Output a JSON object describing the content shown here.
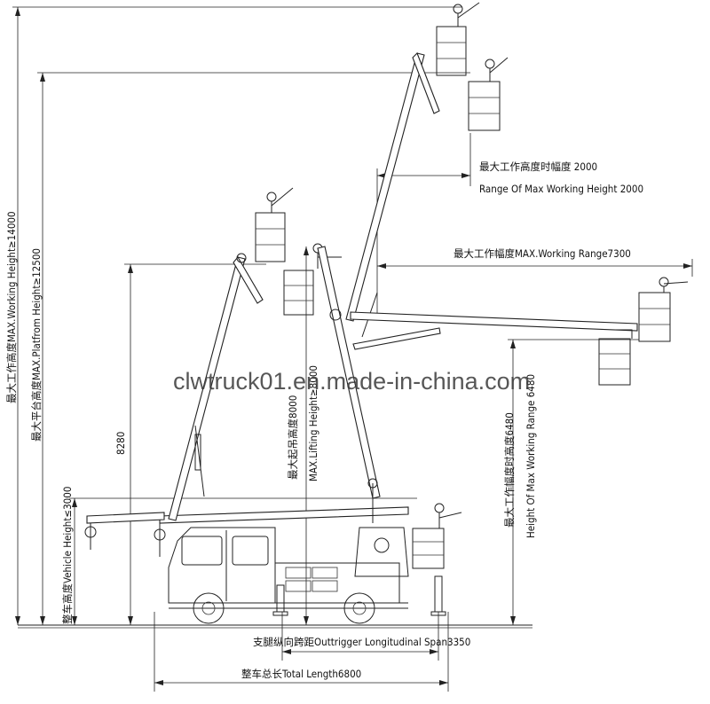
{
  "dimensions": {
    "max_working_height": "最大工作高度MAX.Working Height≥14000",
    "max_platform_height": "最大平台高度MAX.Platfrom Height≥12500",
    "vehicle_height": "整车高度Vehicle Height≤3000",
    "height_8280": "8280",
    "max_lifting_height_cn": "最大起吊高度8000",
    "max_lifting_height_en": "MAX.Lifting Height≥8000",
    "range_max_working_height_cn": "最大工作高度时幅度 2000",
    "range_max_working_height_en": "Range Of Max Working Height 2000",
    "max_working_range": "最大工作幅度MAX.Working Range7300",
    "height_max_working_range_cn": "最大工作幅度时高度6480",
    "height_max_working_range_en": "Height Of Max Working Range 6480",
    "outrigger_span": "支腿纵向跨距Outtrigger Longitudinal Span3350",
    "total_length": "整车总长Total Length6800"
  },
  "watermark": "clwtruck01.en.made-in-china.com"
}
